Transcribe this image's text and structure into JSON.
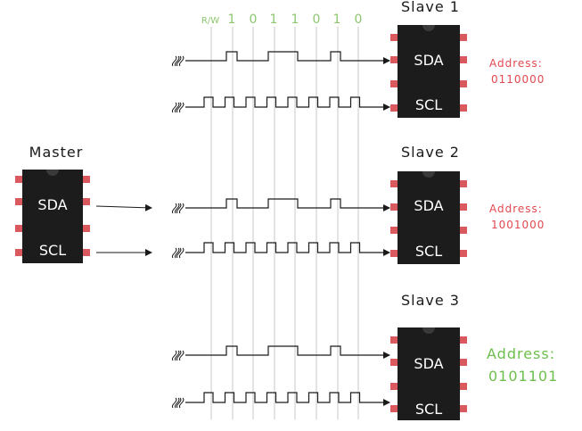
{
  "colors": {
    "chip_body": "#1c1c1c",
    "chip_text": "#ffffff",
    "pin": "#d9595f",
    "signal": "#1a1a1a",
    "grid": "#c8c8c8",
    "bit_label": "#8cc66e",
    "address_red": "#e2484f",
    "address_green": "#6cbf4c",
    "title": "#1a1a1a"
  },
  "header": {
    "rw_label": "R/W",
    "bits": [
      "1",
      "0",
      "1",
      "1",
      "0",
      "1",
      "0"
    ]
  },
  "master": {
    "title": "Master",
    "pins": [
      "SDA",
      "SCL"
    ]
  },
  "slaves": [
    {
      "title": "Slave 1",
      "pins": [
        "SDA",
        "SCL"
      ],
      "address_label": "Address:",
      "address_value": "0110000",
      "address_color": "red"
    },
    {
      "title": "Slave 2",
      "pins": [
        "SDA",
        "SCL"
      ],
      "address_label": "Address:",
      "address_value": "1001000",
      "address_color": "red"
    },
    {
      "title": "Slave 3",
      "pins": [
        "SDA",
        "SCL"
      ],
      "address_label": "Address:",
      "address_value": "0101101",
      "address_color": "green"
    }
  ]
}
